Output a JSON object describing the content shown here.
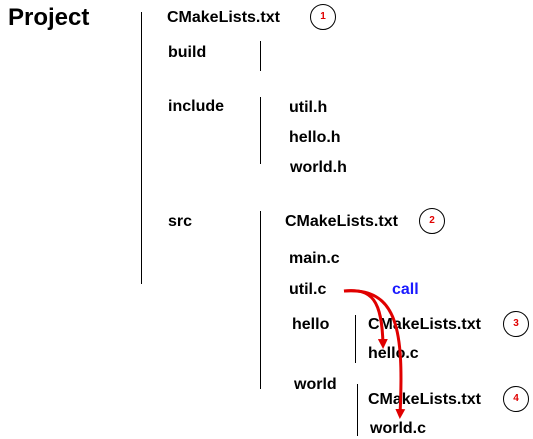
{
  "title": "Project",
  "root": {
    "cmakelists": "CMakeLists.txt",
    "cmakelists_badge": "1",
    "build": "build",
    "include": {
      "label": "include",
      "files": [
        "util.h",
        "hello.h",
        "world.h"
      ]
    },
    "src": {
      "label": "src",
      "cmakelists": "CMakeLists.txt",
      "cmakelists_badge": "2",
      "files": [
        "main.c",
        "util.c"
      ],
      "call_label": "call",
      "hello": {
        "label": "hello",
        "cmakelists": "CMakeLists.txt",
        "cmakelists_badge": "3",
        "file": "hello.c"
      },
      "world": {
        "label": "world",
        "cmakelists": "CMakeLists.txt",
        "cmakelists_badge": "4",
        "file": "world.c"
      }
    }
  },
  "colors": {
    "arrow": "#e00000",
    "call_text": "#1a1aff",
    "badge_text": "#e00000"
  }
}
